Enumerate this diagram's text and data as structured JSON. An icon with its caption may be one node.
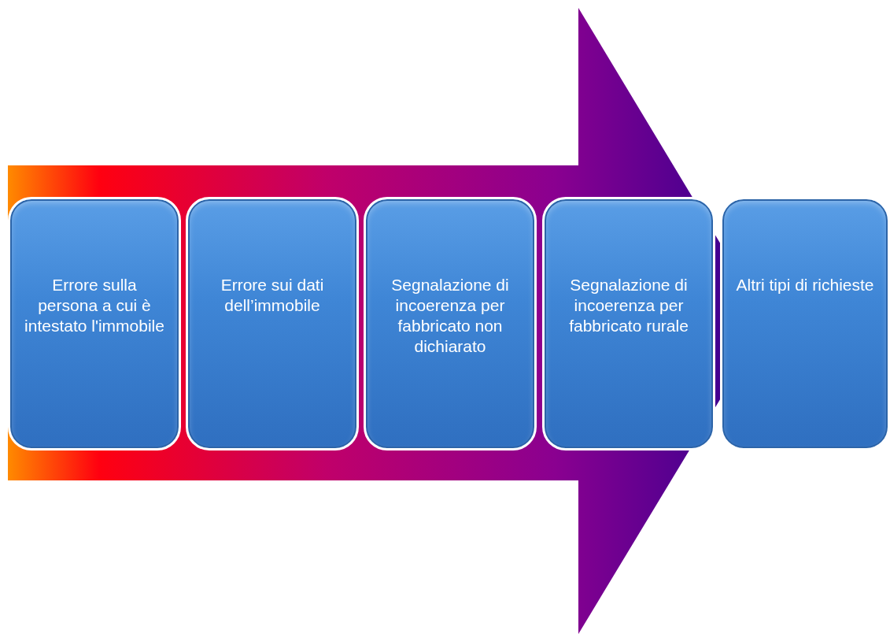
{
  "diagram": {
    "nodes": [
      {
        "text": [
          "Errore sulla persona a cui è intestato l'immobile"
        ]
      },
      {
        "text": [
          "Errore sui dati dell’immobile"
        ]
      },
      {
        "text": [
          "Segnalazione di incoerenza per fabbricato non dichiarato"
        ]
      },
      {
        "text": [
          "Segnalazione di incoerenza per fabbricato rurale"
        ]
      },
      {
        "text": [
          "Altri tipi di richieste"
        ]
      }
    ],
    "edges": [
      {
        "from": 0,
        "to": 4,
        "arrow": "to"
      }
    ]
  }
}
